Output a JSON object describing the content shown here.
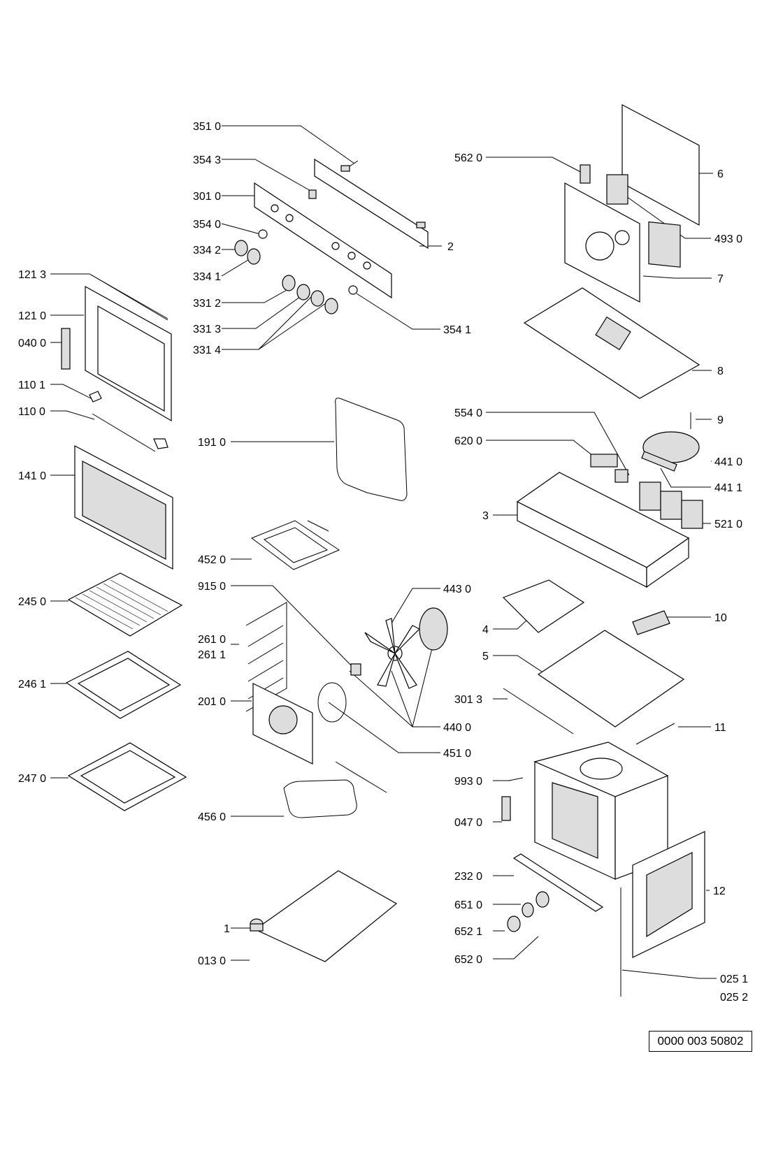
{
  "reference": "0000 003 50802",
  "labels": {
    "l3510": "351 0",
    "l3543": "354 3",
    "l3010": "301 0",
    "l3540": "354 0",
    "l3342": "334 2",
    "l3341": "334 1",
    "l3312": "331 2",
    "l3313": "331 3",
    "l3314": "331 4",
    "l3541": "354 1",
    "l2": "2",
    "l1213": "121 3",
    "l1210": "121 0",
    "l0400": "040 0",
    "l1101": "110 1",
    "l1100": "110 0",
    "l1410": "141 0",
    "l2450": "245 0",
    "l2461": "246 1",
    "l2470": "247 0",
    "l1910": "191 0",
    "l4520": "452 0",
    "l9150": "915 0",
    "l2610": "261 0",
    "l2611": "261 1",
    "l2010": "201 0",
    "l4560": "456 0",
    "l1": "1",
    "l0130": "013 0",
    "l4430": "443 0",
    "l4400": "440 0",
    "l4510": "451 0",
    "l5620": "562 0",
    "l6": "6",
    "l4930": "493 0",
    "l7": "7",
    "l8": "8",
    "l5540": "554 0",
    "l9": "9",
    "l6200": "620 0",
    "l4410": "441 0",
    "l4411": "441 1",
    "l3": "3",
    "l5210": "521 0",
    "l4": "4",
    "l10": "10",
    "l5": "5",
    "l3013": "301 3",
    "l11": "11",
    "l9930": "993 0",
    "l0470": "047 0",
    "l2320": "232 0",
    "l12": "12",
    "l6510": "651 0",
    "l6521": "652 1",
    "l6520": "652 0",
    "l0251": "025 1",
    "l0252": "025 2"
  }
}
